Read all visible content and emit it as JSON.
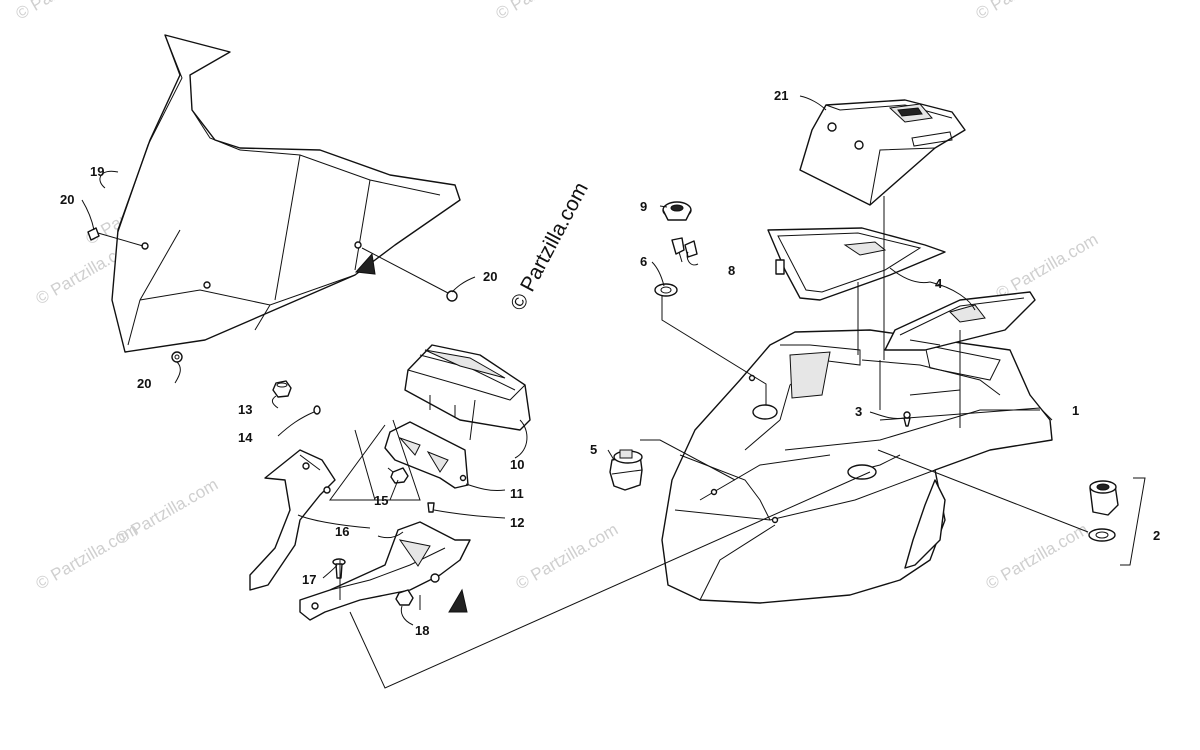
{
  "watermark": {
    "main": "© Partzilla.com",
    "faint": "© Partzilla.com"
  },
  "callouts": {
    "c1": "1",
    "c2": "2",
    "c3": "3",
    "c4": "4",
    "c5": "5",
    "c6": "6",
    "c8": "8",
    "c9": "9",
    "c10": "10",
    "c11": "11",
    "c12": "12",
    "c13": "13",
    "c14": "14",
    "c15": "15",
    "c16": "16",
    "c17": "17",
    "c18": "18",
    "c19": "19",
    "c20a": "20",
    "c20b": "20",
    "c20c": "20",
    "c21": "21"
  },
  "colors": {
    "line": "#111111",
    "watermark": "#cfcfcf",
    "background": "#ffffff"
  }
}
